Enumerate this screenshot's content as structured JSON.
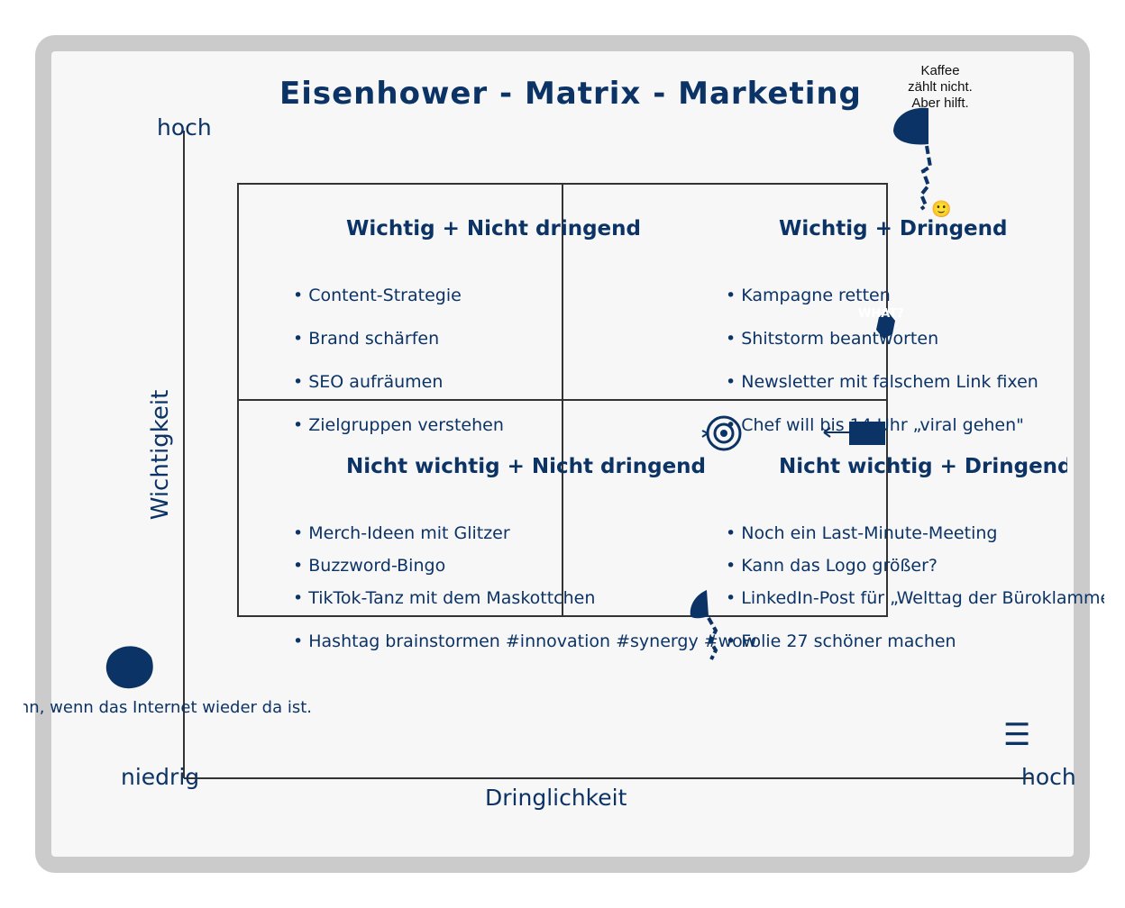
{
  "title": "Eisenhower - Matrix - Marketing",
  "axes": {
    "y_label": "Wichtigkeit",
    "y_top": "hoch",
    "y_bottom": "niedrig",
    "x_label": "Dringlichkeit",
    "x_right": "hoch"
  },
  "quadrants": {
    "top_left": {
      "title": "Wichtig + Nicht dringend",
      "items": [
        "• Content-Strategie",
        "• Brand schärfen",
        "• SEO aufräumen",
        "• Zielgruppen verstehen"
      ]
    },
    "top_right": {
      "title": "Wichtig + Dringend",
      "items": [
        "• Kampagne retten",
        "• Shitstorm beantworten",
        "• Newsletter mit falschem Link fixen",
        "• Chef will bis 14 Uhr „viral gehen\""
      ]
    },
    "bottom_left": {
      "title": "Nicht wichtig + Nicht dringend",
      "items": [
        "• Merch-Ideen mit Glitzer",
        "• Buzzword-Bingo",
        "• TikTok-Tanz mit dem Maskottchen",
        "• Hashtag brainstormen #innovation #synergy #wow"
      ]
    },
    "bottom_right": {
      "title": "Nicht wichtig + Dringend",
      "items": [
        "• Noch ein Last-Minute-Meeting",
        "• Kann das Logo größer?",
        "• LinkedIn-Post für „Welttag der Büroklammer\"",
        "• Folie 27 schöner machen"
      ]
    }
  },
  "notes": {
    "coffee": "Kaffee\nzählt nicht.\nAber hilft.",
    "coffee_emoji": "🙂",
    "what_label": "WHAT?",
    "internet": "Mach ich dann, wenn das Internet wieder da ist.",
    "menu_icon": "☰"
  },
  "colors": {
    "ink": "#0c3366",
    "grid": "#333333",
    "frame": "#cbcbcb",
    "canvas": "#f7f7f7"
  }
}
